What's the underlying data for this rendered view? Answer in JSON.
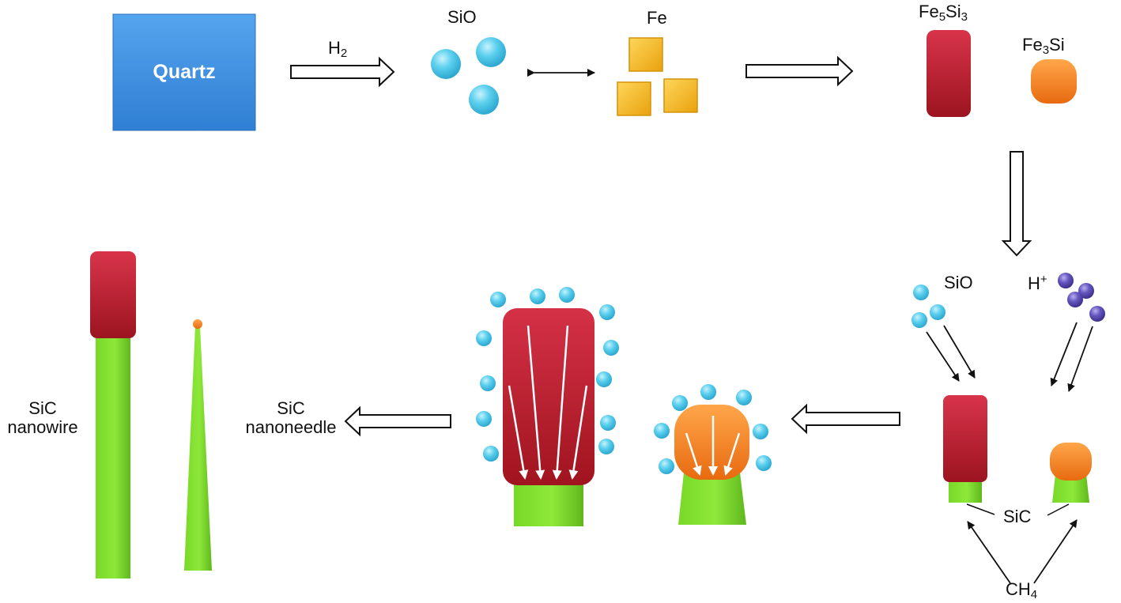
{
  "labels": {
    "quartz": "Quartz",
    "h2_main": "H",
    "h2_sub": "2",
    "sio_top": "SiO",
    "fe": "Fe",
    "fe5si3_a": "Fe",
    "fe5si3_b": "5",
    "fe5si3_c": "Si",
    "fe5si3_d": "3",
    "fe3si_a": "Fe",
    "fe3si_b": "3",
    "fe3si_c": "Si",
    "sio_right": "SiO",
    "hplus_main": "H",
    "hplus_sup": "+",
    "sic_bottom": "SiC",
    "ch4_main": "CH",
    "ch4_sub": "4",
    "nanowire_line1": "SiC",
    "nanowire_line2": "nanowire",
    "nanoneedle_line1": "SiC",
    "nanoneedle_line2": "nanoneedle"
  },
  "colors": {
    "quartz": "#3c8ee0",
    "sio_particle": "#4fc8ea",
    "fe_particle": "#f2b41c",
    "fe5si3": "#c1212f",
    "fe3si": "#f5821f",
    "sic": "#7ede2c",
    "h_plus": "#5b4aa8"
  }
}
